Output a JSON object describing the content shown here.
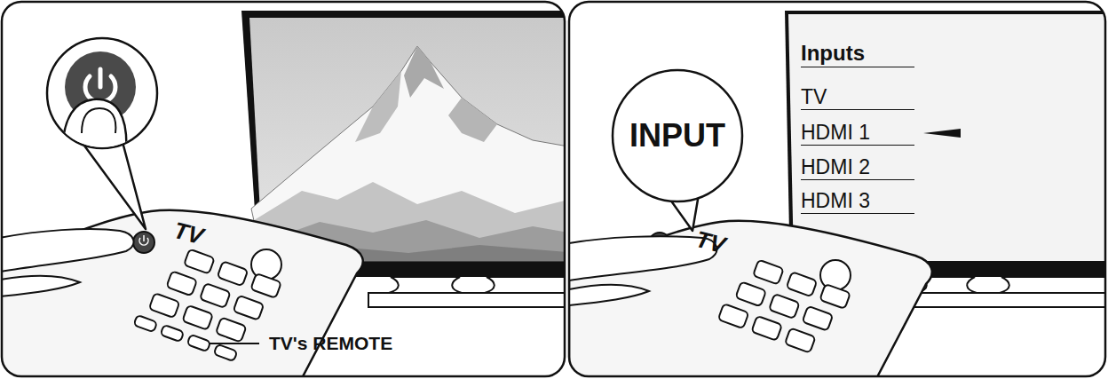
{
  "diagram": {
    "nodes": [
      {
        "text": [
          "Inputs",
          "TV",
          "HDMI 1",
          "HDMI 2",
          "HDMI 3"
        ]
      },
      {
        "text": [
          "INPUT"
        ]
      }
    ],
    "labels": [
      "TV",
      "TV's REMOTE",
      "TV"
    ]
  }
}
